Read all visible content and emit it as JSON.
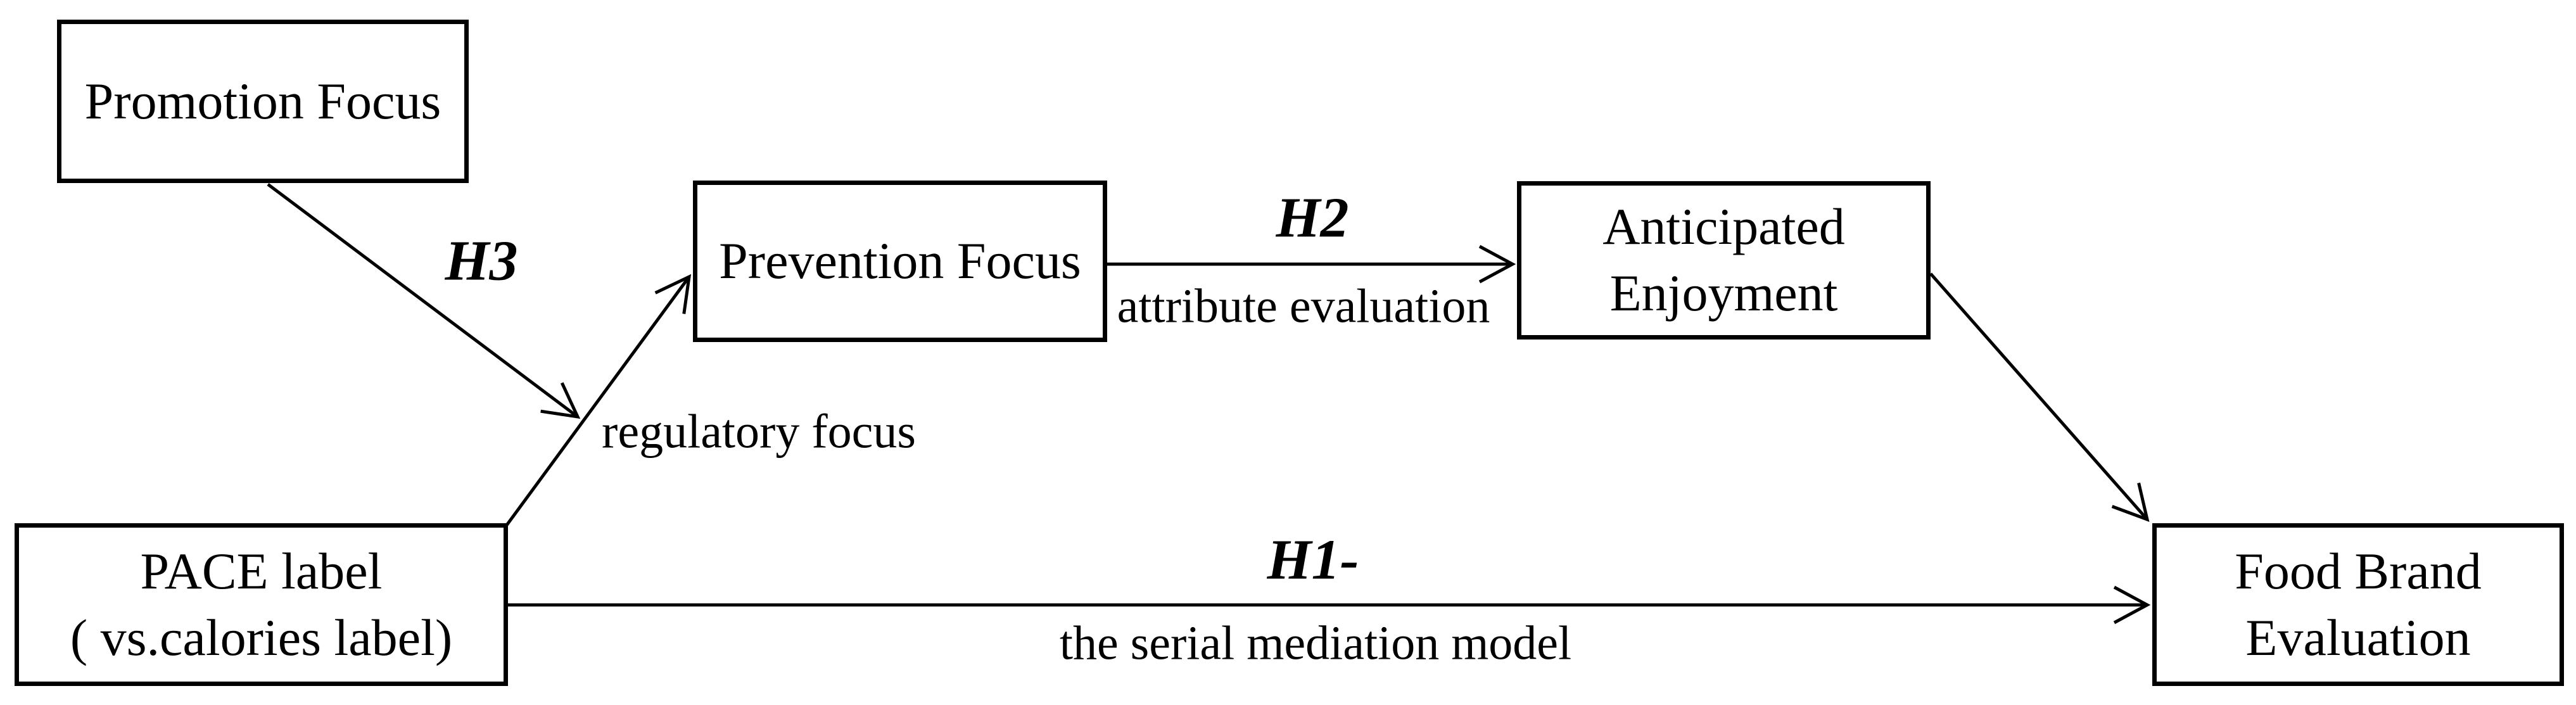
{
  "diagram": {
    "background_color": "#ffffff",
    "line_color": "#000000",
    "text_color": "#000000",
    "nodes": {
      "promotion": {
        "label": "Promotion Focus"
      },
      "prevention": {
        "label": "Prevention Focus"
      },
      "anticipated": {
        "line1": "Anticipated",
        "line2": "Enjoyment"
      },
      "pace": {
        "line1": "PACE label",
        "line2": "( vs.calories label)"
      },
      "food": {
        "line1": "Food Brand",
        "line2": "Evaluation"
      }
    },
    "edges": {
      "h3": {
        "hypothesis": "H3",
        "from": "Promotion Focus",
        "to": "regulatory focus path"
      },
      "regulatory": {
        "label": "regulatory focus",
        "from": "PACE label",
        "to": "Prevention Focus"
      },
      "h2": {
        "hypothesis": "H2",
        "label": "attribute evaluation",
        "from": "Prevention Focus",
        "to": "Anticipated Enjoyment"
      },
      "anticipated_to_food": {
        "from": "Anticipated Enjoyment",
        "to": "Food Brand Evaluation"
      },
      "h1": {
        "hypothesis": "H1-",
        "label": "the serial mediation model",
        "from": "PACE label",
        "to": "Food Brand Evaluation"
      }
    }
  }
}
